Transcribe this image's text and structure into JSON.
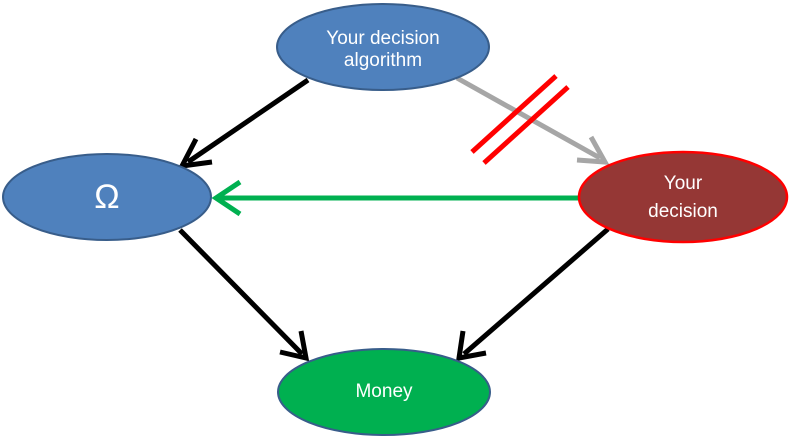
{
  "nodes": {
    "algorithm": {
      "label_line1": "Your decision",
      "label_line2": "algorithm",
      "fill": "#4f81bd",
      "stroke": "#385d8a"
    },
    "omega": {
      "label": "Ω",
      "fill": "#4f81bd",
      "stroke": "#385d8a"
    },
    "decision": {
      "label_line1": "Your",
      "label_line2": "decision",
      "fill": "#953735",
      "stroke": "#ff0000"
    },
    "money": {
      "label": "Money",
      "fill": "#00b050",
      "stroke": "#385d8a"
    }
  },
  "edges": [
    {
      "from": "algorithm",
      "to": "omega",
      "color": "#000000"
    },
    {
      "from": "algorithm",
      "to": "decision",
      "color": "#a6a6a6",
      "crossed_out": true,
      "cross_color": "#ff0000"
    },
    {
      "from": "decision",
      "to": "omega",
      "color": "#00b050"
    },
    {
      "from": "omega",
      "to": "money",
      "color": "#000000"
    },
    {
      "from": "decision",
      "to": "money",
      "color": "#000000"
    }
  ]
}
